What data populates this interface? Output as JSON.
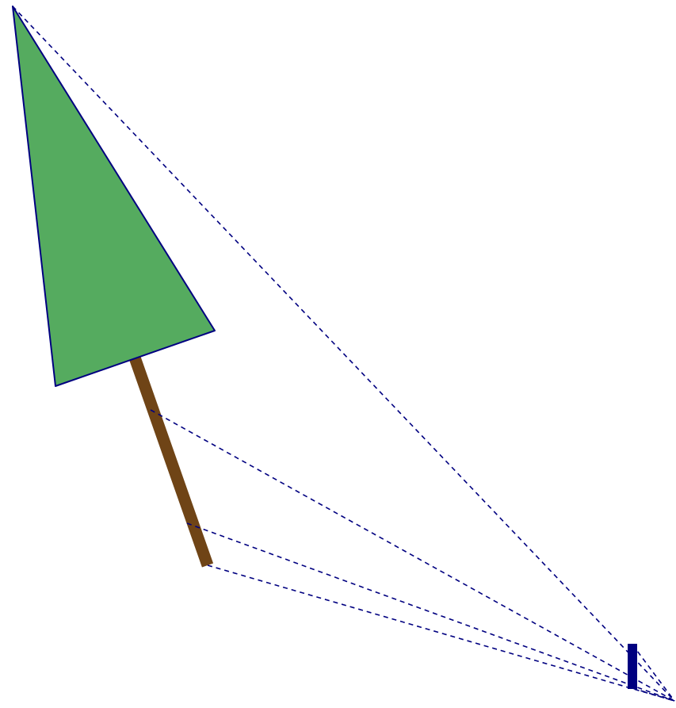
{
  "colors": {
    "background": "#ffffff",
    "foliage_fill": "#55ab5f",
    "outline": "#000080",
    "trunk": "#6f4416",
    "sight_lines": "#000080",
    "observer": "#000080"
  },
  "elements": {
    "foliage": "tree-crown",
    "trunk": "tree-trunk",
    "observer": "observer-post",
    "sight_line_style": "dashed"
  }
}
